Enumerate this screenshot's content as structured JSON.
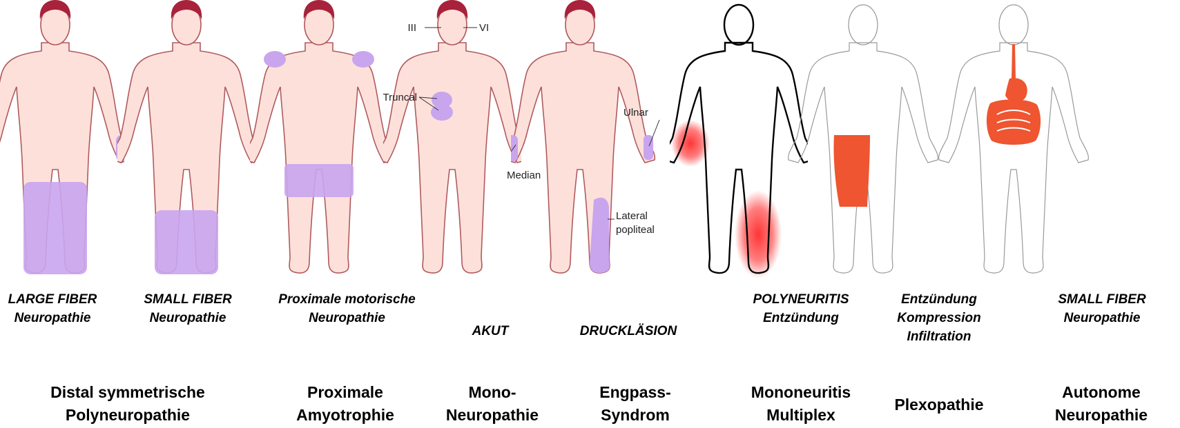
{
  "panels": [
    {
      "sublines": [
        "LARGE FIBER",
        "Neuropathie"
      ]
    },
    {
      "sublines": [
        "SMALL FIBER",
        "Neuropathie"
      ]
    },
    {
      "sublines": [
        "Proximale motorische",
        "Neuropathie"
      ]
    },
    {
      "sublines": [
        "AKUT"
      ]
    },
    {
      "sublines": [
        "DRUCKLÄSION"
      ]
    },
    {
      "sublines": [
        "POLYNEURITIS",
        "Entzündung"
      ]
    },
    {
      "sublines": [
        "Entzündung",
        "Kompression",
        "Infiltration"
      ]
    },
    {
      "sublines": [
        "SMALL FIBER",
        "Neuropathie"
      ]
    }
  ],
  "categories": [
    {
      "lines": [
        "Distal symmetrische",
        "Polyneuropathie"
      ]
    },
    {
      "lines": [
        "Proximale",
        "Amyotrophie"
      ]
    },
    {
      "lines": [
        "Mono-",
        "Neuropathie"
      ]
    },
    {
      "lines": [
        "Engpass-",
        "Syndrom"
      ]
    },
    {
      "lines": [
        "Mononeuritis",
        "Multiplex"
      ]
    },
    {
      "lines": [
        "Plexopathie"
      ]
    },
    {
      "lines": [
        "Autonome",
        "Neuropathie"
      ]
    }
  ],
  "annotations": {
    "cranial_left": "III",
    "cranial_right": "VI",
    "truncal": "Truncal",
    "median": "Median",
    "ulnar": "Ulnar",
    "lateral": "Lateral",
    "popliteal": "popliteal"
  },
  "colors": {
    "skin": "#fde0da",
    "outline": "#b05a5e",
    "hair": "#a8223b",
    "affected_purple": "#c9a5ee",
    "inflammation_red": "#ff2a2a",
    "plexus_orange": "#ee5530"
  }
}
